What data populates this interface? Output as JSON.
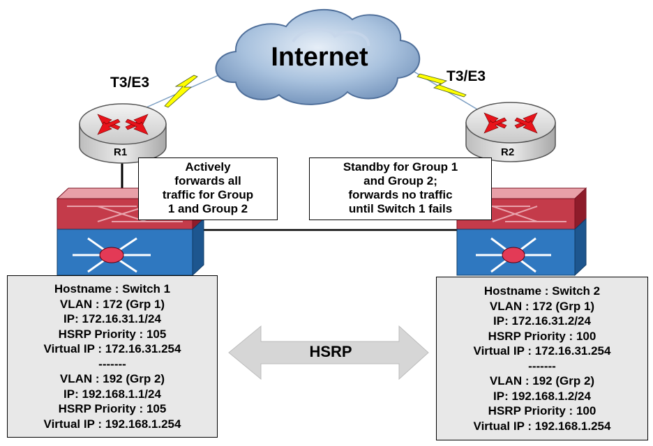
{
  "internet": {
    "label": "Internet"
  },
  "links": {
    "left_label": "T3/E3",
    "right_label": "T3/E3"
  },
  "routers": [
    {
      "label": "R1"
    },
    {
      "label": "R2"
    }
  ],
  "callouts": {
    "active": [
      "Actively",
      "forwards all",
      "traffic for Group",
      "1 and Group 2"
    ],
    "standby": [
      "Standby for Group  1",
      "and Group 2;",
      "forwards no traffic",
      "until Switch 1 fails"
    ]
  },
  "hsrp": {
    "label": "HSRP"
  },
  "switches": [
    {
      "lines": [
        "Hostname : Switch 1",
        "VLAN : 172 (Grp 1)",
        "IP: 172.16.31.1/24",
        "HSRP Priority : 105",
        "Virtual IP : 172.16.31.254",
        "-------",
        "VLAN : 192 (Grp 2)",
        "IP: 192.168.1.1/24",
        "HSRP Priority : 105",
        "Virtual IP : 192.168.1.254"
      ]
    },
    {
      "lines": [
        "Hostname : Switch 2",
        "VLAN : 172 (Grp 1)",
        "IP: 172.16.31.2/24",
        "HSRP Priority : 100",
        "Virtual IP : 172.16.31.254",
        "-------",
        "VLAN : 192 (Grp 2)",
        "IP: 192.168.1.2/24",
        "HSRP Priority : 100",
        "Virtual IP : 192.168.1.254"
      ]
    }
  ],
  "colors": {
    "cloud": "#9ab6d6",
    "cloud_dark": "#5d7fab",
    "switch_blue": "#2f78c0",
    "switch_red": "#c43b4a",
    "lightning": "#ffff00",
    "arrow_red": "#e8131b",
    "hsrp_arrow": "#d6d6d6"
  }
}
